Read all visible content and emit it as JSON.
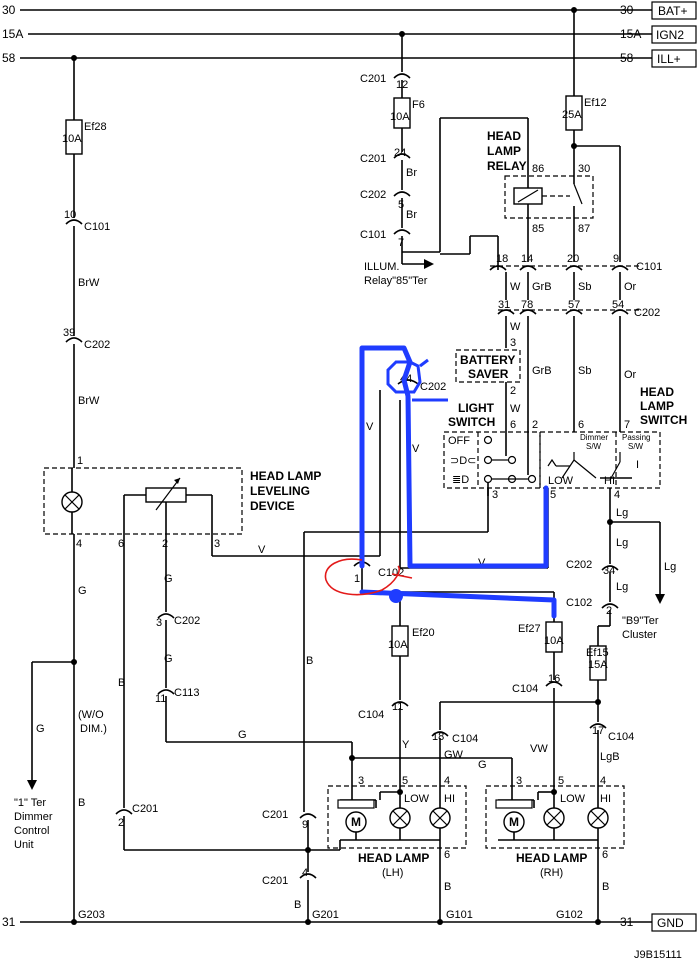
{
  "rails": {
    "r30": {
      "left": "30",
      "right": "30",
      "tag": "BAT+"
    },
    "r15a": {
      "left": "15A",
      "right": "15A",
      "tag": "IGN2"
    },
    "r58": {
      "left": "58",
      "right": "58",
      "tag": "ILL+"
    },
    "r31": {
      "left": "31",
      "right": "31",
      "tag": "GND"
    }
  },
  "fuses": {
    "ef28": {
      "name": "Ef28",
      "rating": "10A"
    },
    "f6": {
      "name": "F6",
      "rating": "10A"
    },
    "ef12": {
      "name": "Ef12",
      "rating": "25A"
    },
    "ef20": {
      "name": "Ef20",
      "rating": "10A"
    },
    "ef27": {
      "name": "Ef27",
      "rating": "10A"
    },
    "ef15": {
      "name": "Ef15",
      "rating": "15A"
    }
  },
  "connectors": {
    "c201_12": {
      "pin": "12",
      "name": "C201"
    },
    "c201_24": {
      "pin": "24",
      "name": "C201"
    },
    "c202_5": {
      "pin": "5",
      "name": "C202"
    },
    "c101_7": {
      "pin": "7",
      "name": "C101"
    },
    "c101_10": {
      "pin": "10",
      "name": "C101"
    },
    "c202_39": {
      "pin": "39",
      "name": "C202"
    },
    "c101_row": {
      "p18": "18",
      "p14": "14",
      "p20": "20",
      "p9": "9",
      "name": "C101"
    },
    "c202_row": {
      "p31": "31",
      "p78": "78",
      "p57": "57",
      "p54": "54",
      "name": "C202"
    },
    "c202_44": {
      "pin": "44",
      "name": "C202"
    },
    "c102_1": {
      "pin": "1",
      "name": "C102"
    },
    "c202_34": {
      "pin": "34",
      "name": "C202"
    },
    "c102_2": {
      "pin": "2",
      "name": "C102"
    },
    "c202_3": {
      "pin": "3",
      "name": "C202"
    },
    "c113_11": {
      "pin": "11",
      "name": "C113"
    },
    "c104_11": {
      "pin": "11",
      "name": "C104"
    },
    "c104_16": {
      "pin": "16",
      "name": "C104"
    },
    "c104_18": {
      "pin": "18",
      "name": "C104"
    },
    "c104_17": {
      "pin": "17",
      "name": "C104"
    },
    "c201_2": {
      "pin": "2",
      "name": "C201"
    },
    "c201_9": {
      "pin": "9",
      "name": "C201"
    },
    "c201_4": {
      "pin": "4",
      "name": "C201"
    }
  },
  "wires": {
    "br": "Br",
    "brw": "BrW",
    "w": "W",
    "grb": "GrB",
    "sb": "Sb",
    "or": "Or",
    "v": "V",
    "lg": "Lg",
    "g": "G",
    "b": "B",
    "y": "Y",
    "gw": "GW",
    "vw": "VW",
    "lgb": "LgB"
  },
  "relay": {
    "line1": "HEAD",
    "line2": "LAMP",
    "line3": "RELAY",
    "p86": "86",
    "p30": "30",
    "p85": "85",
    "p87": "87"
  },
  "illum": {
    "line1": "ILLUM.",
    "line2": "Relay\"85\"Ter"
  },
  "saver": {
    "line1": "BATTERY",
    "line2": "SAVER",
    "p3": "3",
    "p2": "2"
  },
  "light_switch": {
    "line1": "LIGHT",
    "line2": "SWITCH",
    "p6": "6",
    "p2": "2",
    "p3": "3",
    "off": "OFF"
  },
  "headlamp_switch": {
    "line1": "HEAD",
    "line2": "LAMP",
    "line3": "SWITCH",
    "p6": "6",
    "p7": "7",
    "p5": "5",
    "p4": "4",
    "dimmer1": "Dimmer",
    "dimmer2": "S/W",
    "passing1": "Passing",
    "passing2": "S/W",
    "low": "LOW",
    "hi": "HI",
    "one": "I"
  },
  "leveling": {
    "line1": "HEAD LAMP",
    "line2": "LEVELING",
    "line3": "DEVICE",
    "p1": "1",
    "p4": "4",
    "p6": "6",
    "p2": "2",
    "p3": "3"
  },
  "cluster": {
    "line1": "\"B9\"Ter",
    "line2": "Cluster"
  },
  "dimmer_unit": {
    "line1": "\"1\" Ter",
    "line2": "Dimmer",
    "line3": "Control",
    "line4": "Unit"
  },
  "wo_dim": {
    "line1": "(W/O",
    "line2": "DIM.)"
  },
  "lamp_lh": {
    "line1": "HEAD LAMP",
    "line2": "(LH)",
    "p3": "3",
    "p5": "5",
    "p4": "4",
    "p6": "6",
    "low": "LOW",
    "hi": "HI",
    "motor": "M"
  },
  "lamp_rh": {
    "line1": "HEAD LAMP",
    "line2": "(RH)",
    "p3": "3",
    "p5": "5",
    "p4": "4",
    "p6": "6",
    "low": "LOW",
    "hi": "HI",
    "motor": "M"
  },
  "grounds": {
    "g203": "G203",
    "g201": "G201",
    "g101": "G101",
    "g102": "G102"
  },
  "code": "J9B15111",
  "colors": {
    "annotation_blue": "#1f3cff",
    "annotation_red": "#e31a1a"
  }
}
